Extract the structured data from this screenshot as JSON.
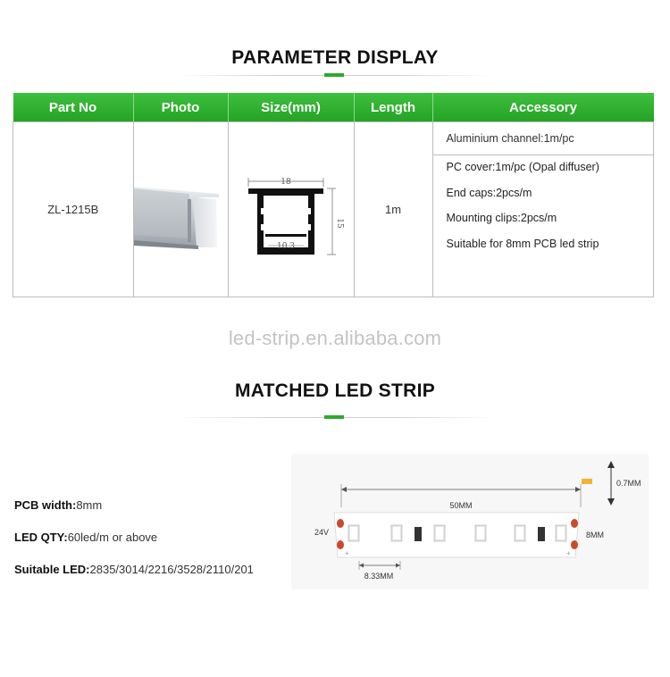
{
  "sections": {
    "parameter_title": "PARAMETER DISPLAY",
    "matched_title": "MATCHED LED STRIP"
  },
  "table": {
    "headers": [
      "Part No",
      "Photo",
      "Size(mm)",
      "Length",
      "Accessory"
    ],
    "part_no": "ZL-1215B",
    "length": "1m",
    "profile_dims": {
      "width": "18",
      "inner": "10.3",
      "height": "15"
    },
    "accessories": [
      "Aluminium channel:1m/pc",
      "PC cover:1m/pc (Opal diffuser)",
      "End caps:2pcs/m",
      "Mounting clips:2pcs/m",
      "Suitable for 8mm PCB led strip"
    ]
  },
  "watermark": "led-strip.en.alibaba.com",
  "specs": [
    {
      "label": "PCB width:",
      "value": "8mm"
    },
    {
      "label": "LED QTY:",
      "value": "60led/m or above"
    },
    {
      "label": "Suitable LED:",
      "value": "2835/3014/2216/3528/2110/201"
    }
  ],
  "strip": {
    "length_label": "50MM",
    "voltage": "24V",
    "width_label": "8MM",
    "thickness_label": "0.7MM",
    "pitch_label": "8.33MM"
  },
  "colors": {
    "accent": "#2fa82f",
    "header_green": "#33b533"
  }
}
